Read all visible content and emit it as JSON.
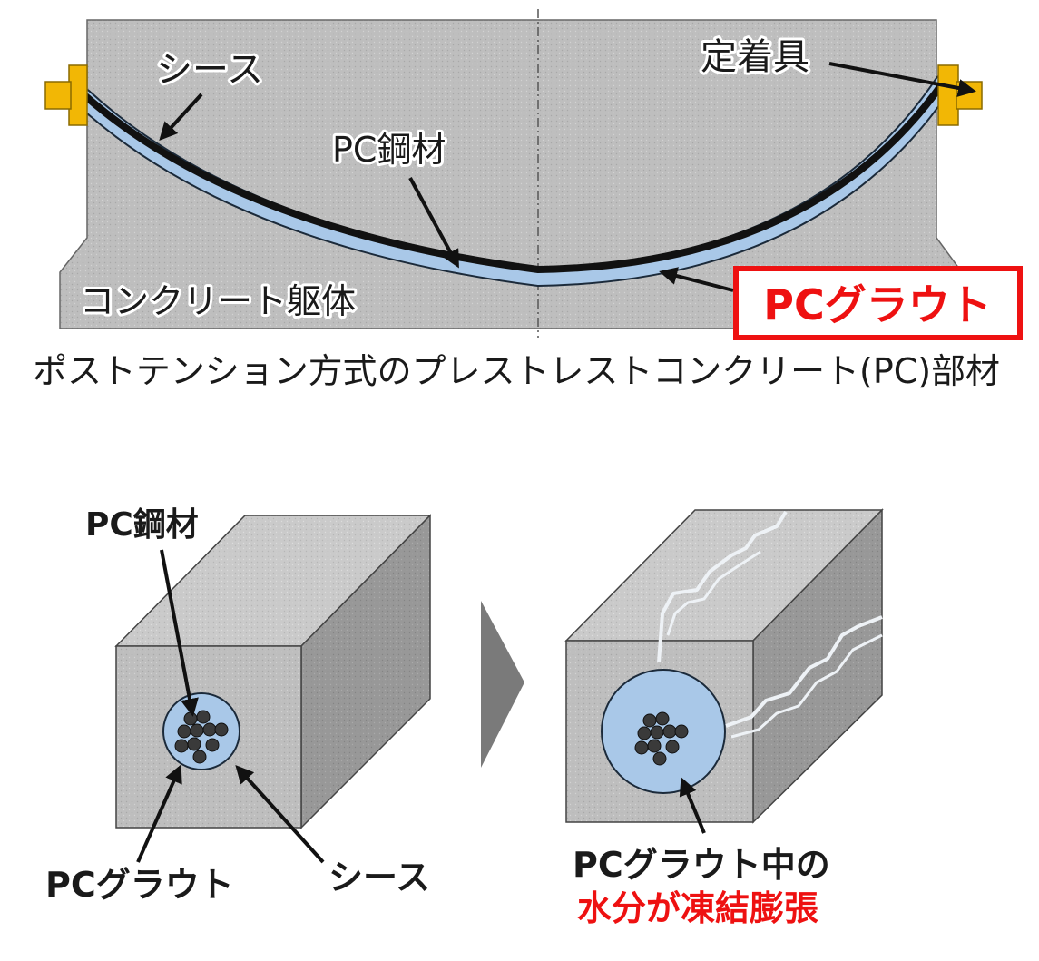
{
  "colors": {
    "concrete_face": "#bdbdbd",
    "concrete_side": "#9a9a9a",
    "concrete_top": "#c8c8c8",
    "tendon": "#111111",
    "sheath": "#a9c8e8",
    "anchor": "#f2b705",
    "highlight_red": "#ee1111",
    "crack": "#ffffff"
  },
  "top_diagram": {
    "sheath_label": "シース",
    "anchor_label": "定着具",
    "steel_label": "PC鋼材",
    "body_label": "コンクリート躯体",
    "grout_label": "PCグラウト",
    "caption": "ポストテンション方式のプレストレストコンクリート(PC)部材"
  },
  "left_block": {
    "steel_label": "PC鋼材",
    "grout_label": "PCグラウト",
    "sheath_label": "シース"
  },
  "right_block": {
    "note_line1": "PCグラウト中の",
    "note_line2": "水分が凍結膨張"
  }
}
